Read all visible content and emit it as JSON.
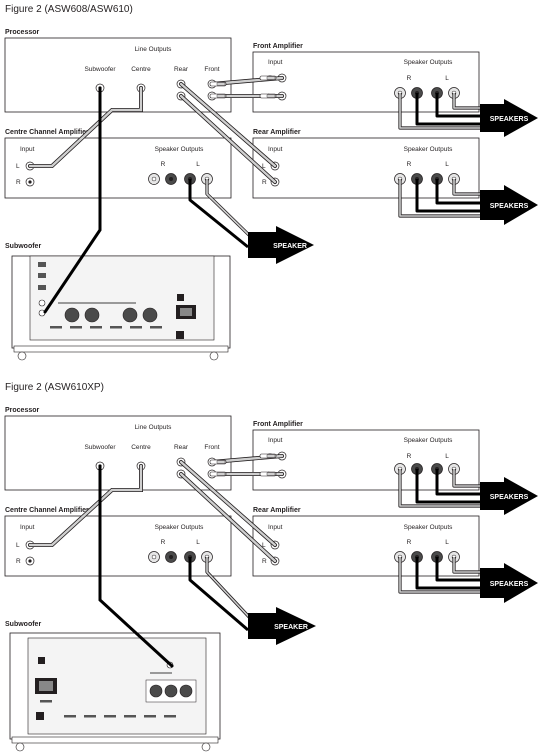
{
  "figures": [
    {
      "title": "Figure 2 (ASW608/ASW610)",
      "processor": {
        "label": "Processor",
        "line_outputs": "Line Outputs",
        "subwoofer": "Subwoofer",
        "centre": "Centre",
        "rear": "Rear",
        "front": "Front"
      },
      "front_amp": {
        "label": "Front Amplifier",
        "input": "Input",
        "speaker_outputs": "Speaker Outputs",
        "r": "R",
        "l": "L"
      },
      "centre_amp": {
        "label": "Centre Channel Amplifier",
        "input": "Input",
        "in_l": "L",
        "in_r": "R",
        "speaker_outputs": "Speaker Outputs",
        "r": "R",
        "l": "L"
      },
      "rear_amp": {
        "label": "Rear Amplifier",
        "input": "Input",
        "in_l": "L",
        "in_r": "R",
        "speaker_outputs": "Speaker Outputs",
        "r": "R",
        "l": "L"
      },
      "subwoofer": {
        "label": "Subwoofer"
      },
      "arrows": {
        "front": "SPEAKERS",
        "rear": "SPEAKERS",
        "centre": "SPEAKER"
      }
    },
    {
      "title": "Figure 2 (ASW610XP)",
      "processor": {
        "label": "Processor",
        "line_outputs": "Line Outputs",
        "subwoofer": "Subwoofer",
        "centre": "Centre",
        "rear": "Rear",
        "front": "Front"
      },
      "front_amp": {
        "label": "Front Amplifier",
        "input": "Input",
        "speaker_outputs": "Speaker Outputs",
        "r": "R",
        "l": "L"
      },
      "centre_amp": {
        "label": "Centre Channel Amplifier",
        "input": "Input",
        "in_l": "L",
        "in_r": "R",
        "speaker_outputs": "Speaker Outputs",
        "r": "R",
        "l": "L"
      },
      "rear_amp": {
        "label": "Rear Amplifier",
        "input": "Input",
        "in_l": "L",
        "in_r": "R",
        "speaker_outputs": "Speaker Outputs",
        "r": "R",
        "l": "L"
      },
      "subwoofer": {
        "label": "Subwoofer"
      },
      "arrows": {
        "front": "SPEAKERS",
        "rear": "SPEAKERS",
        "centre": "SPEAKER"
      }
    }
  ],
  "colors": {
    "line": "#231f20",
    "cable_light": "#cfcfcf",
    "terminal_dark": "#4a4a4a",
    "terminal_light": "#e6e6e6",
    "arrow": "#000000"
  }
}
